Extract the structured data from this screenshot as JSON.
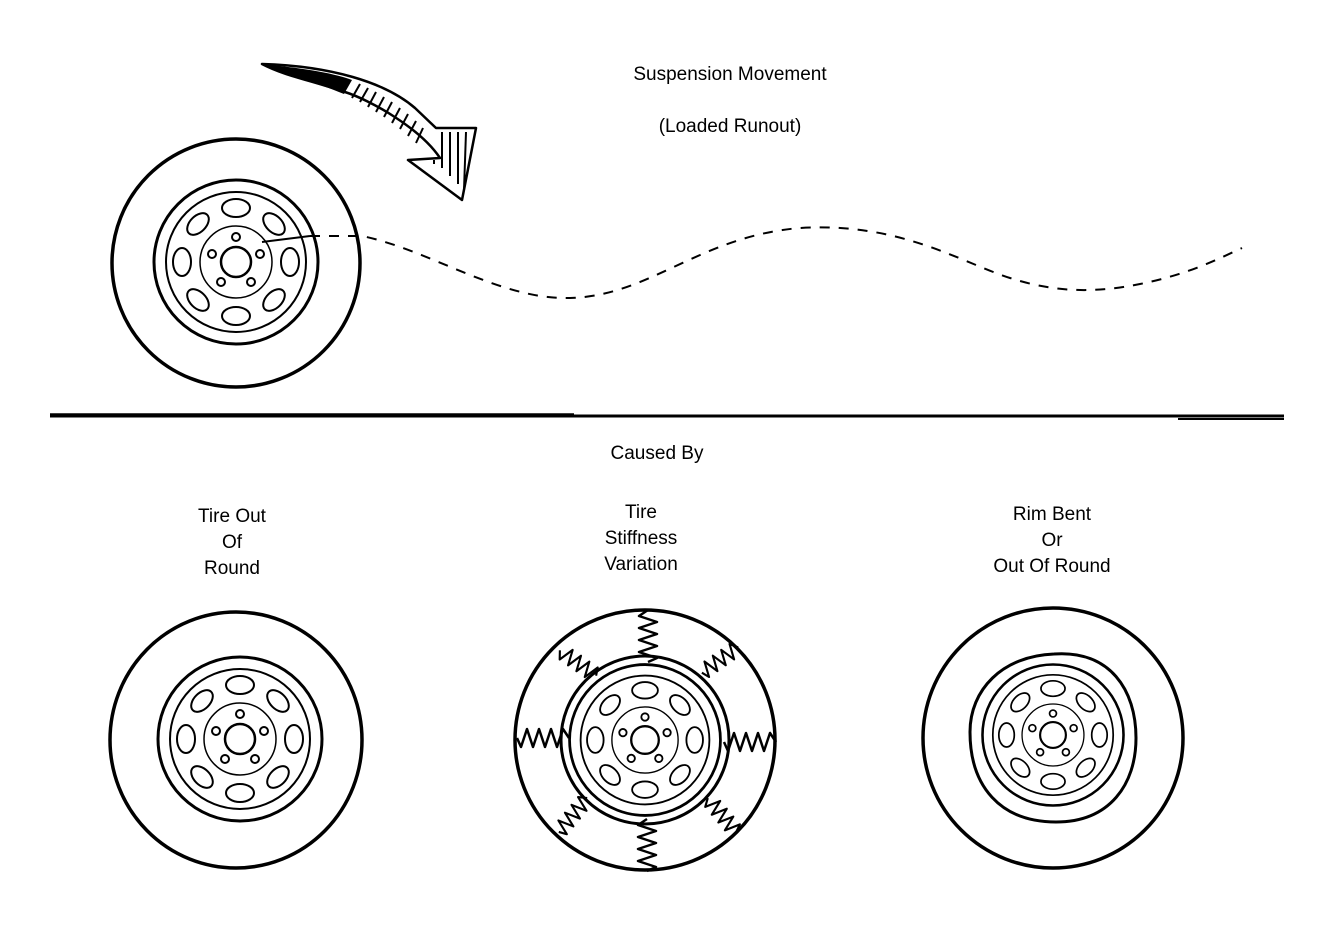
{
  "header": {
    "title_line1": "Suspension Movement",
    "title_line2": "(Loaded Runout)"
  },
  "divider_label": "Caused By",
  "causes": [
    {
      "label": "Tire Out\nOf\nRound"
    },
    {
      "label": "Tire\nStiffness\nVariation"
    },
    {
      "label": "Rim Bent\nOr\nOut Of Round"
    }
  ],
  "icons": {
    "rotation_arrow": "curved-rotation-arrow-icon",
    "wheel": "wheel-icon",
    "spring": "spring-icon"
  },
  "colors": {
    "ink": "#000000",
    "background": "#ffffff"
  }
}
